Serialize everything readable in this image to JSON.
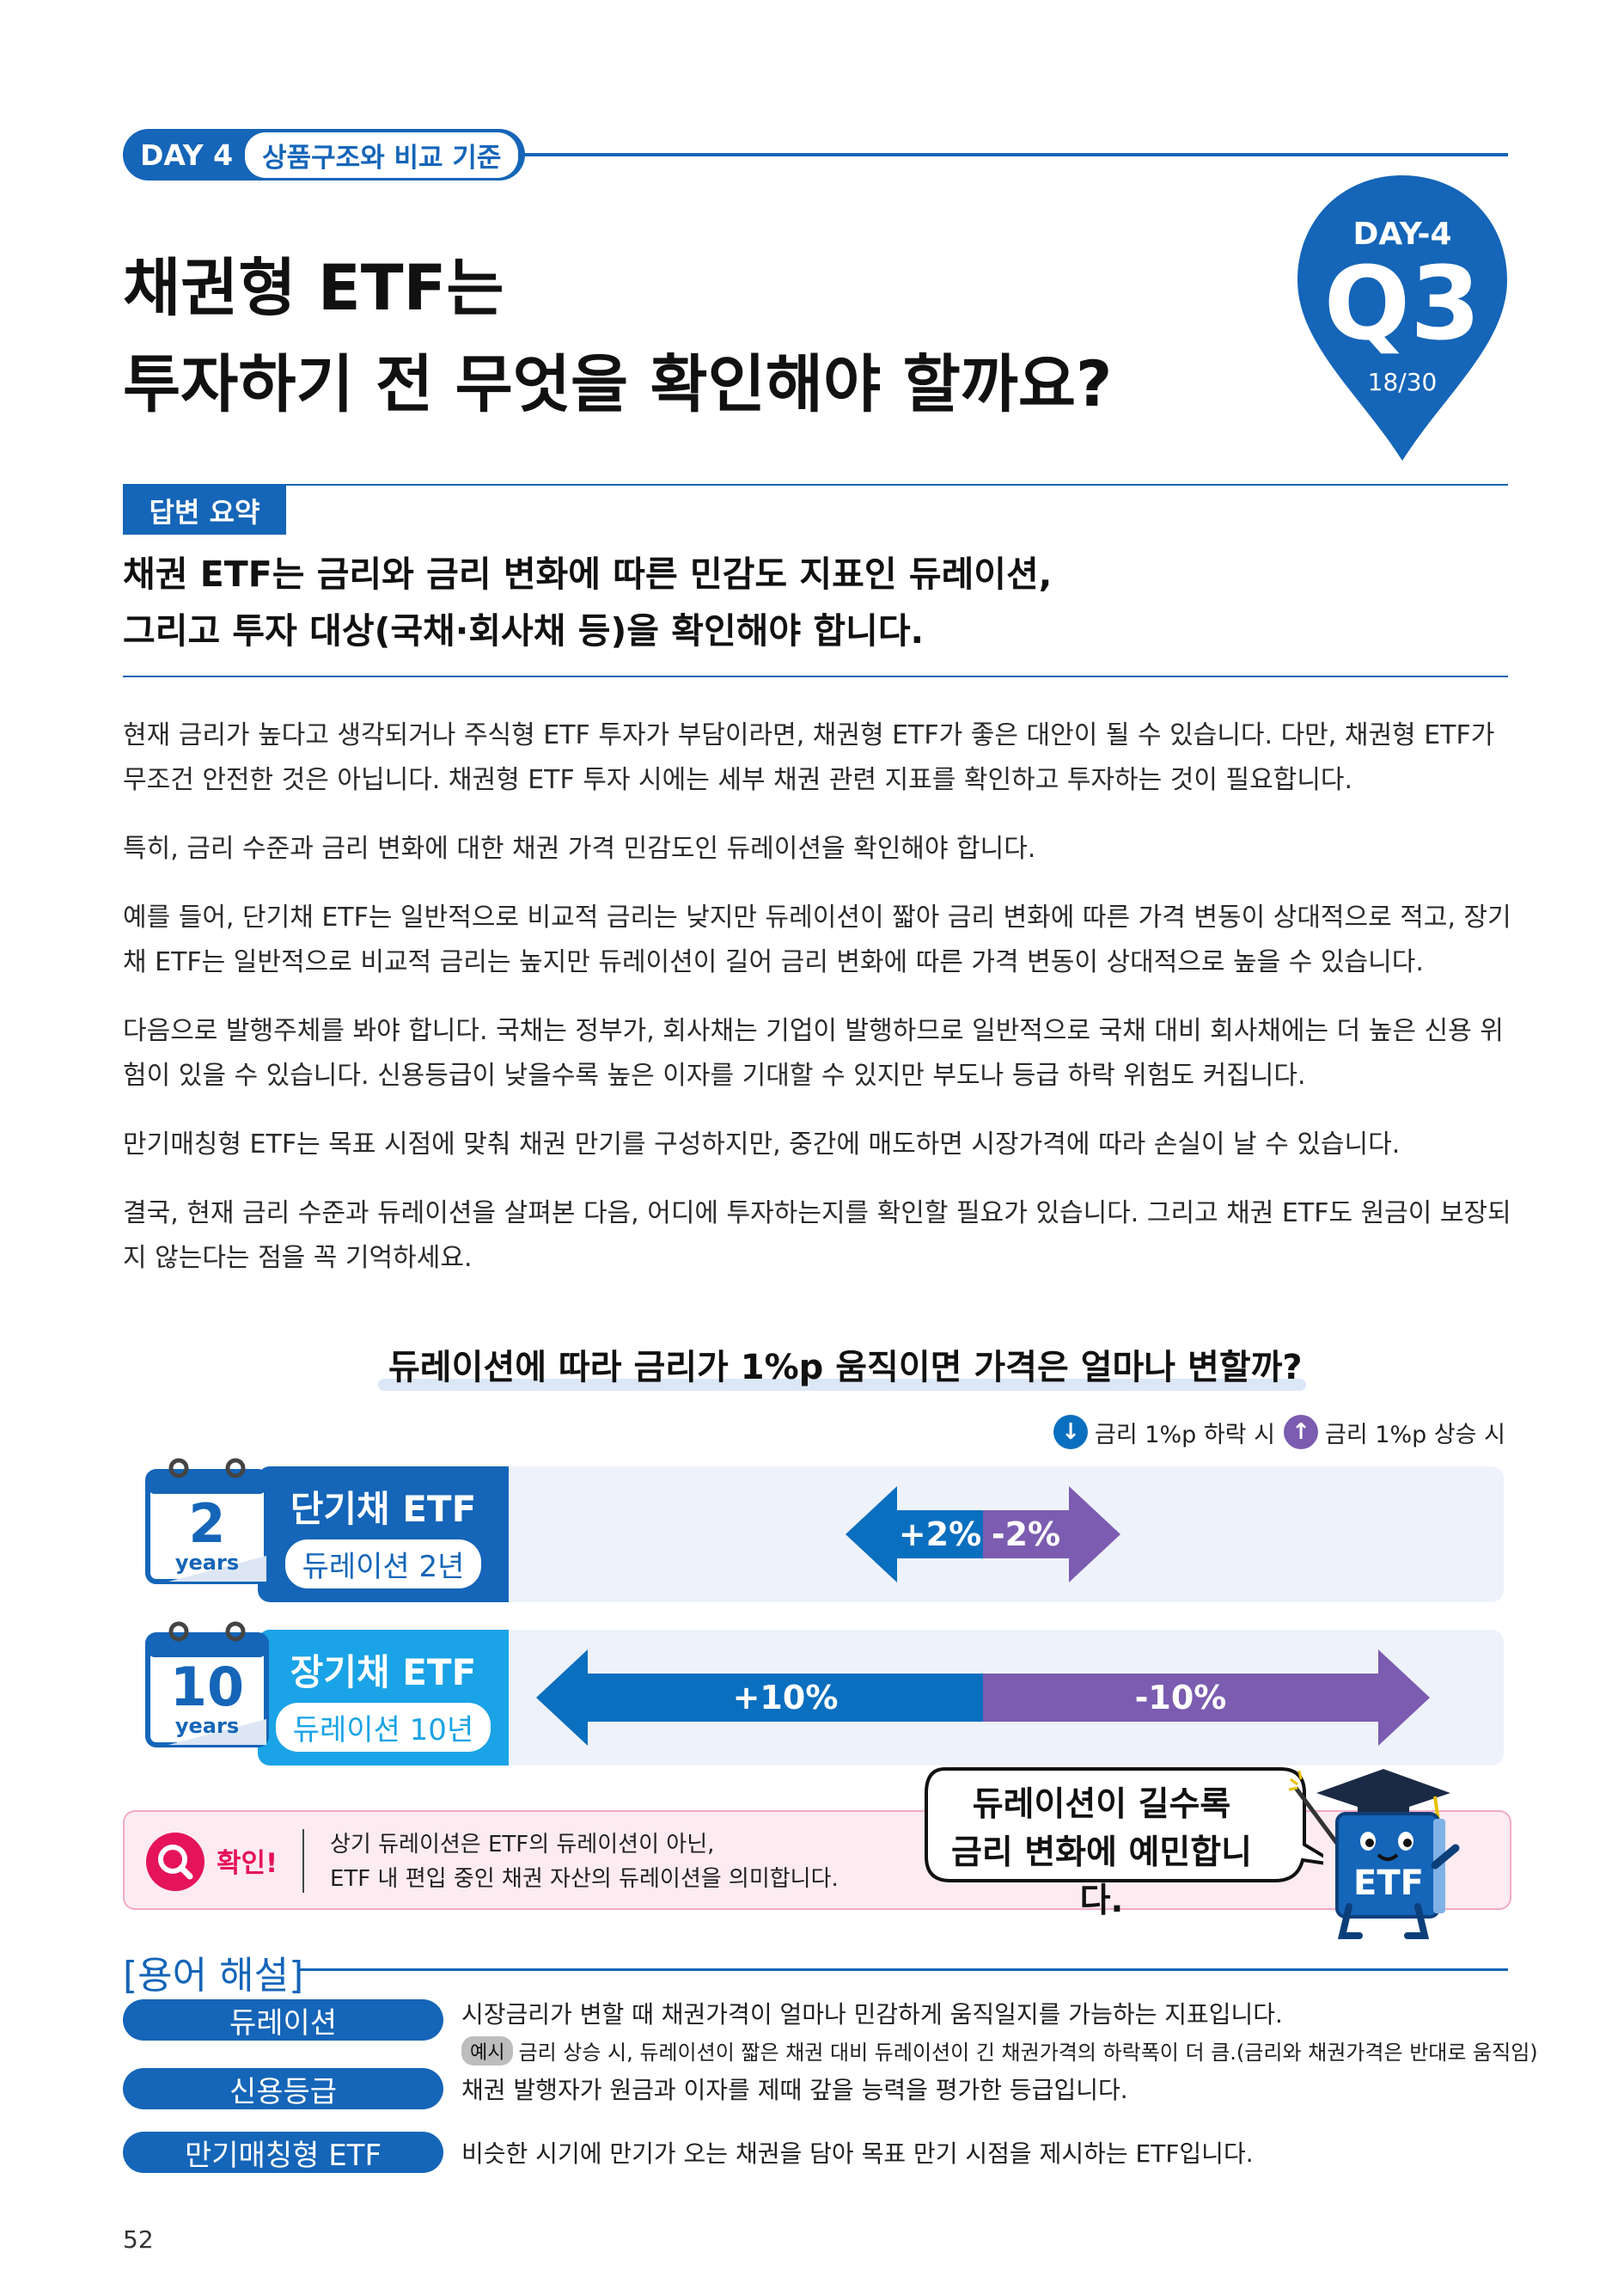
{
  "header": {
    "day": "DAY 4",
    "topic": "상품구조와 비교 기준"
  },
  "title": {
    "line1": "채권형 ETF는",
    "line2": "투자하기 전 무엇을 확인해야 할까요?"
  },
  "badge": {
    "day": "DAY-4",
    "q": "Q3",
    "progress": "18/30",
    "color": "#1565b8"
  },
  "summary": {
    "tag": "답변 요약",
    "line1": "채권 ETF는 금리와 금리 변화에 따른 민감도 지표인 듀레이션,",
    "line2": "그리고 투자 대상(국채·회사채 등)을 확인해야 합니다."
  },
  "body": [
    "현재 금리가 높다고 생각되거나 주식형 ETF 투자가 부담이라면, 채권형 ETF가 좋은 대안이 될 수 있습니다. 다만, 채권형 ETF가 무조건 안전한 것은 아닙니다. 채권형 ETF 투자 시에는 세부 채권 관련 지표를 확인하고 투자하는 것이 필요합니다.",
    "특히, 금리 수준과 금리 변화에 대한 채권 가격 민감도인 듀레이션을 확인해야 합니다.",
    "예를 들어, 단기채 ETF는 일반적으로 비교적 금리는 낮지만 듀레이션이 짧아 금리 변화에 따른 가격 변동이 상대적으로 적고, 장기채 ETF는 일반적으로 비교적 금리는 높지만 듀레이션이 길어 금리 변화에 따른 가격 변동이 상대적으로 높을 수 있습니다.",
    "다음으로 발행주체를 봐야 합니다. 국채는 정부가, 회사채는 기업이 발행하므로 일반적으로 국채 대비 회사채에는 더 높은 신용 위험이 있을 수 있습니다. 신용등급이 낮을수록 높은 이자를 기대할 수 있지만 부도나 등급 하락 위험도 커집니다.",
    "만기매칭형 ETF는 목표 시점에 맞춰 채권 만기를 구성하지만, 중간에 매도하면 시장가격에 따라 손실이 날 수 있습니다.",
    "결국, 현재 금리 수준과 듀레이션을 살펴본 다음, 어디에 투자하는지를 확인할 필요가 있습니다. 그리고 채권 ETF도 원금이 보장되지 않는다는 점을 꼭 기억하세요."
  ],
  "chart": {
    "title": "듀레이션에 따라 금리가 1%p 움직이면 가격은 얼마나 변할까?",
    "legend_down": "금리 1%p 하락 시",
    "legend_up": "금리 1%p 상승 시",
    "colors": {
      "down": "#0b6fbf",
      "up": "#7b5cb0",
      "short_label": "#1565b8",
      "long_label": "#1aa3e6"
    }
  },
  "chart_data": {
    "type": "bar",
    "categories": [
      "단기채 ETF",
      "장기채 ETF"
    ],
    "series": [
      {
        "name": "금리 1%p 하락 시",
        "values": [
          2,
          10
        ]
      },
      {
        "name": "금리 1%p 상승 시",
        "values": [
          -2,
          -10
        ]
      }
    ],
    "rows": [
      {
        "name": "단기채 ETF",
        "duration": "듀레이션 2년",
        "cal_num": "2",
        "cal_unit": "years",
        "down": "+2%",
        "up": "-2%"
      },
      {
        "name": "장기채 ETF",
        "duration": "듀레이션 10년",
        "cal_num": "10",
        "cal_unit": "years",
        "down": "+10%",
        "up": "-10%"
      }
    ]
  },
  "note": {
    "head": "확인!",
    "line1": "상기 듀레이션은 ETF의 듀레이션이 아닌,",
    "line2": "ETF 내 편입 중인 채권 자산의 듀레이션을 의미합니다."
  },
  "bubble": {
    "line1": "듀레이션이 길수록",
    "line2": "금리 변화에 예민합니다.",
    "mascot": "ETF"
  },
  "glossary": {
    "title": "[용어 해설]",
    "items": [
      {
        "term": "듀레이션",
        "def": "시장금리가 변할 때 채권가격이 얼마나 민감하게 움직일지를 가늠하는 지표입니다."
      },
      {
        "term": "신용등급",
        "def": "채권 발행자가 원금과 이자를 제때 갚을 능력을 평가한 등급입니다."
      },
      {
        "term": "만기매칭형 ETF",
        "def": "비슷한 시기에 만기가 오는 채권을 담아 목표 만기 시점을 제시하는 ETF입니다."
      }
    ],
    "example_tag": "예시",
    "example": "금리 상승 시, 듀레이션이 짧은 채권 대비 듀레이션이 긴 채권가격의 하락폭이 더 큼.(금리와 채권가격은 반대로 움직임)"
  },
  "page_number": "52"
}
